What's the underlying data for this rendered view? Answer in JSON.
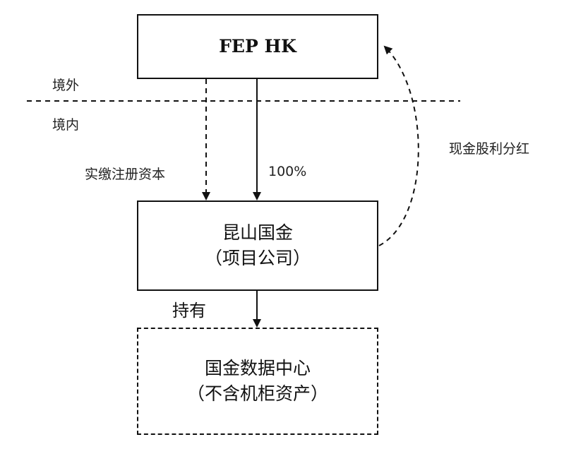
{
  "nodes": {
    "fep": {
      "title": "FEP HK"
    },
    "kunshan": {
      "title": "昆山国金",
      "subtitle": "（项目公司）"
    },
    "datacenter": {
      "title": "国金数据中心",
      "subtitle": "（不含机柜资产）"
    }
  },
  "regions": {
    "offshore": "境外",
    "onshore": "境内"
  },
  "edges": {
    "paid_capital": "实缴注册资本",
    "ownership": "100%",
    "dividend": "现金股利分红",
    "holds": "持有"
  },
  "colors": {
    "stroke": "#111111",
    "background": "#ffffff"
  }
}
